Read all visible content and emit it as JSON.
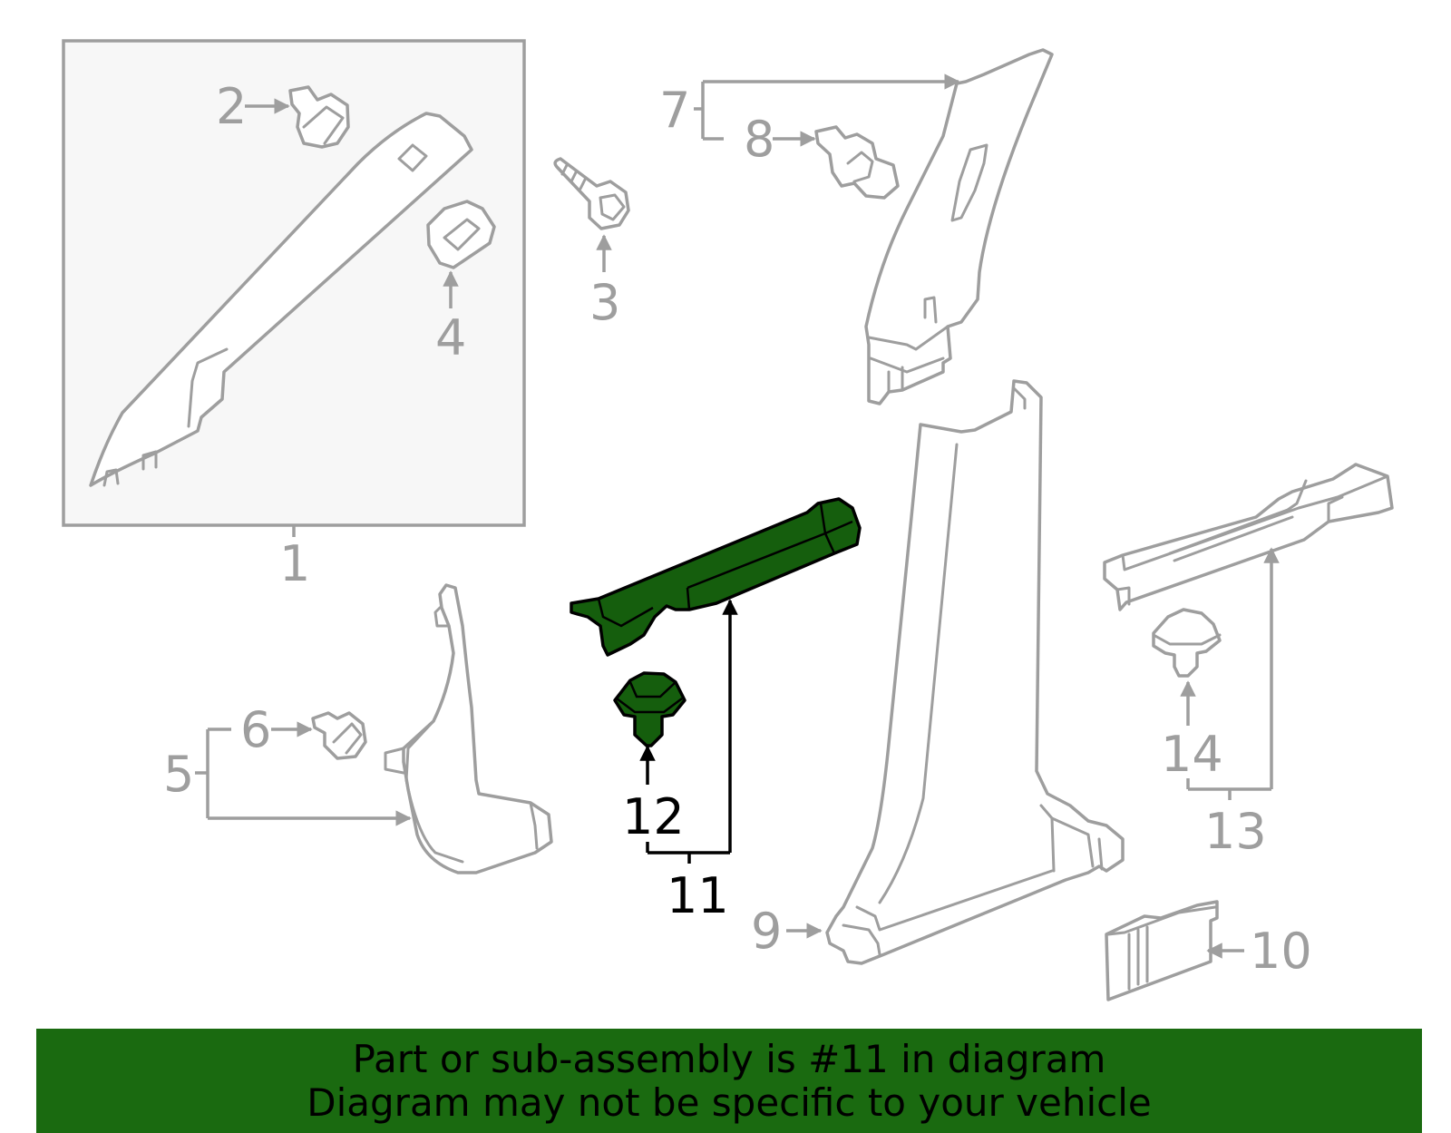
{
  "callouts": {
    "c1": "1",
    "c2": "2",
    "c3": "3",
    "c4": "4",
    "c5": "5",
    "c6": "6",
    "c7": "7",
    "c8": "8",
    "c9": "9",
    "c10": "10",
    "c11": "11",
    "c12": "12",
    "c13": "13",
    "c14": "14"
  },
  "highlight": {
    "part": "11",
    "sub_part": "12",
    "color": "#155e0d",
    "banner_color": "#1a6a10"
  },
  "banner": {
    "line1": "Part or sub-assembly is #11 in diagram",
    "line2": "Diagram may not be specific to your vehicle"
  }
}
